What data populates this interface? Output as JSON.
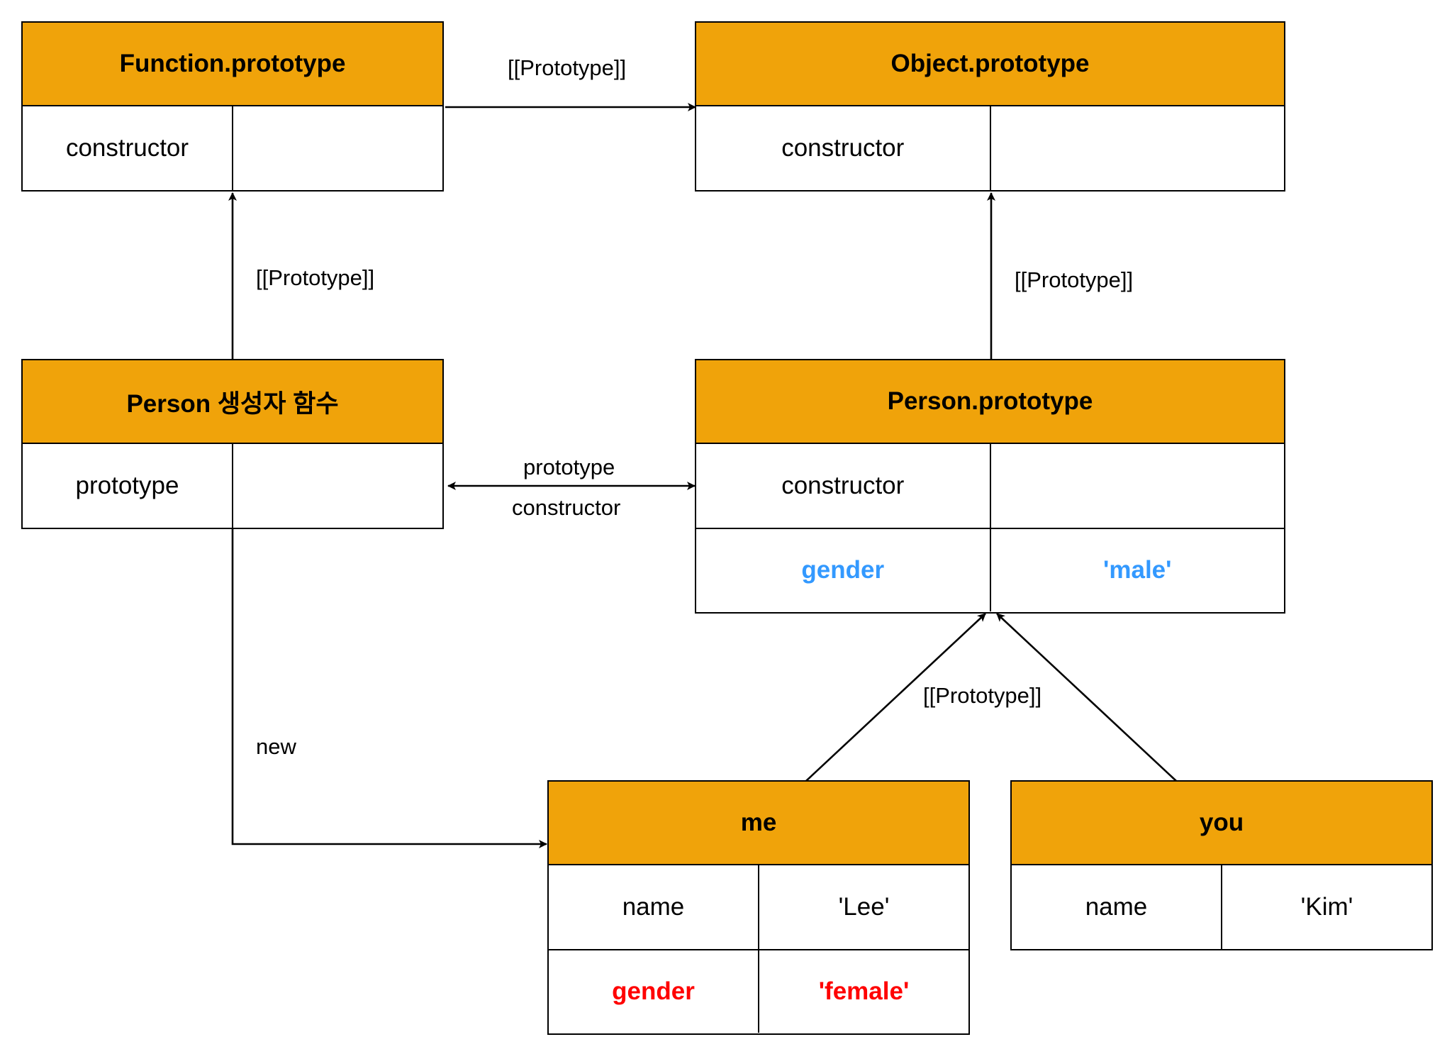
{
  "colors": {
    "header_fill": "#f0a30a",
    "border": "#000000",
    "prototype_property": "#3399ff",
    "own_property": "#ff0000"
  },
  "nodes": {
    "function_prototype": {
      "title": "Function.prototype",
      "rows": [
        {
          "key": "constructor",
          "value": ""
        }
      ]
    },
    "object_prototype": {
      "title": "Object.prototype",
      "rows": [
        {
          "key": "constructor",
          "value": ""
        }
      ]
    },
    "person_constructor": {
      "title": "Person 생성자 함수",
      "rows": [
        {
          "key": "prototype",
          "value": ""
        }
      ]
    },
    "person_prototype": {
      "title": "Person.prototype",
      "rows": [
        {
          "key": "constructor",
          "value": ""
        },
        {
          "key": "gender",
          "value": "'male'"
        }
      ]
    },
    "me": {
      "title": "me",
      "rows": [
        {
          "key": "name",
          "value": "'Lee'"
        },
        {
          "key": "gender",
          "value": "'female'"
        }
      ]
    },
    "you": {
      "title": "you",
      "rows": [
        {
          "key": "name",
          "value": "'Kim'"
        }
      ]
    }
  },
  "edges": {
    "function_to_object": "[[Prototype]]",
    "person_to_function": "[[Prototype]]",
    "personproto_to_object": "[[Prototype]]",
    "instances_to_personproto": "[[Prototype]]",
    "prototype_link": "prototype",
    "constructor_link": "constructor",
    "new_link": "new"
  }
}
